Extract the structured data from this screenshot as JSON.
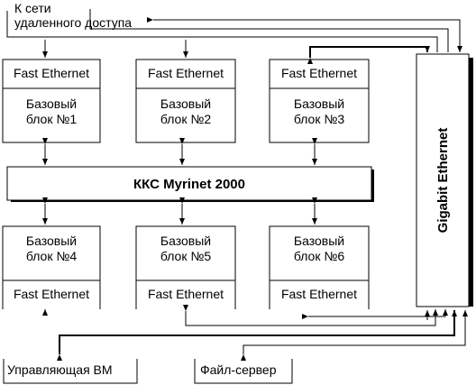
{
  "remote_network": {
    "line1": "К сети",
    "line2": "удаленного доступа"
  },
  "base_blocks_top": [
    {
      "nic": "Fast Ethernet",
      "line1": "Базовый",
      "line2": "блок №1"
    },
    {
      "nic": "Fast Ethernet",
      "line1": "Базовый",
      "line2": "блок №2"
    },
    {
      "nic": "Fast Ethernet",
      "line1": "Базовый",
      "line2": "блок №3"
    }
  ],
  "base_blocks_bottom": [
    {
      "nic": "Fast Ethernet",
      "line1": "Базовый",
      "line2": "блок №4"
    },
    {
      "nic": "Fast Ethernet",
      "line1": "Базовый",
      "line2": "блок №5"
    },
    {
      "nic": "Fast Ethernet",
      "line1": "Базовый",
      "line2": "блок №6"
    }
  ],
  "kks": {
    "label": "ККС Myrinet 2000"
  },
  "gigabit": {
    "label": "Gigabit Ethernet"
  },
  "control_vm": {
    "label": "Управляющая ВМ"
  },
  "file_server": {
    "label": "Файл-сервер"
  }
}
